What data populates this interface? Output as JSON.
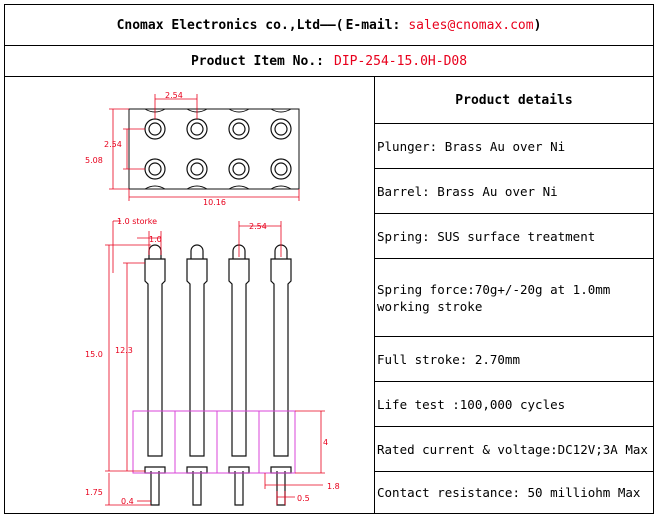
{
  "header": {
    "company": "Cnomax Electronics co.,Ltd",
    "separator": "——(",
    "email_label": "E-mail:",
    "email": "sales@cnomax.com",
    "close": ")"
  },
  "item": {
    "label": "Product Item No.:",
    "code": "DIP-254-15.0H-D08"
  },
  "details": {
    "title": "Product details",
    "rows": [
      "Plunger: Brass Au over Ni",
      "Barrel: Brass Au over Ni",
      "Spring: SUS surface treatment",
      "Spring force:70g+/-20g at 1.0mm working stroke",
      "Full stroke: 2.70mm",
      "Life test :100,000 cycles",
      "Rated current & voltage:DC12V;3A Max",
      "Contact resistance: 50 milliohm Max"
    ]
  },
  "drawing": {
    "dim_pitch_top": "2.54",
    "dim_pitch_side": "2.54",
    "dim_height": "5.08",
    "dim_width": "10.16",
    "dim_stroke_label": "1.0 storke",
    "dim_tip": "1.0",
    "dim_pitch_side_view": "2.54",
    "dim_total_height": "15.0",
    "dim_upper": "12.3",
    "dim_body": "4",
    "dim_pin_length": "1.75",
    "dim_pin_width": "0.4",
    "dim_offset": "1.8",
    "dim_pin_dia": "0.5",
    "colors": {
      "line": "#e8001c",
      "housing": "#d946d9",
      "drawing": "#111111"
    }
  }
}
